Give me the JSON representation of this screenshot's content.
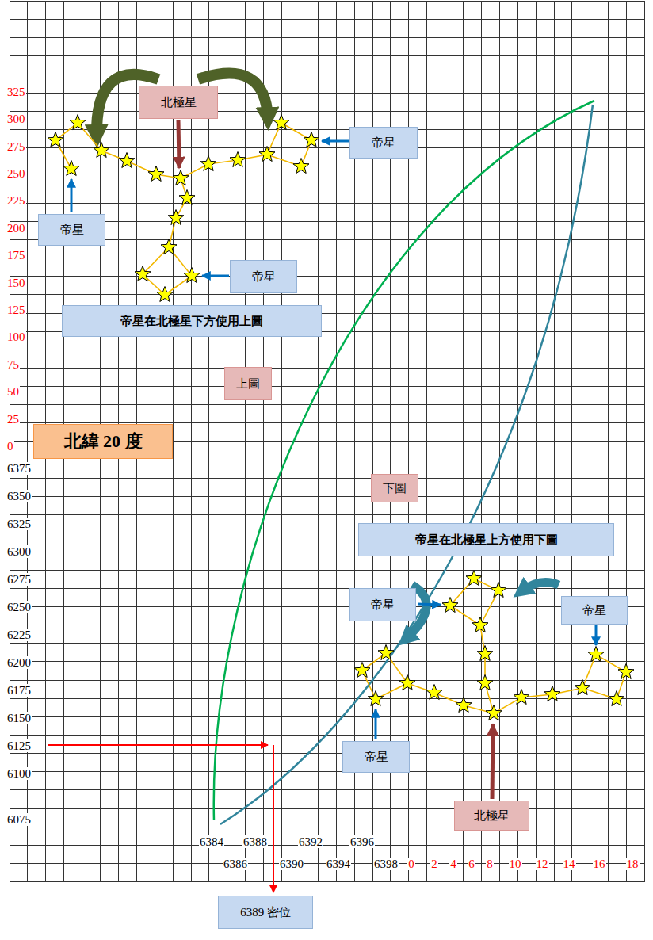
{
  "diagram": {
    "nodes": [
      {
        "text": [
          "北極星"
        ]
      },
      {
        "text": [
          "帝星"
        ]
      },
      {
        "text": [
          "帝星"
        ]
      },
      {
        "text": [
          "帝星"
        ]
      },
      {
        "text": [
          "帝星在北極星下方使用上圖"
        ]
      },
      {
        "text": [
          "上圖"
        ]
      },
      {
        "text": [
          "北緯 20 度"
        ]
      },
      {
        "text": [
          "下圖"
        ]
      },
      {
        "text": [
          "帝星在北極星上方使用下圖"
        ]
      },
      {
        "text": [
          "帝星"
        ]
      },
      {
        "text": [
          "帝星"
        ]
      },
      {
        "text": [
          "帝星"
        ]
      },
      {
        "text": [
          "北極星"
        ]
      },
      {
        "text": [
          "6389 密位"
        ]
      }
    ],
    "labels": [
      "325",
      "300",
      "275",
      "250",
      "225",
      "200",
      "175",
      "150",
      "125",
      "100",
      "75",
      "50",
      "25",
      "0",
      "6375",
      "6350",
      "6325",
      "6300",
      "6275",
      "6250",
      "6225",
      "6200",
      "6175",
      "6150",
      "6125",
      "6100",
      "6075",
      "6384",
      "6388",
      "6392",
      "6396",
      "6386",
      "6390",
      "6394",
      "6398",
      "0",
      "2",
      "4",
      "6",
      "8",
      "10",
      "12",
      "14",
      "16",
      "18"
    ]
  }
}
